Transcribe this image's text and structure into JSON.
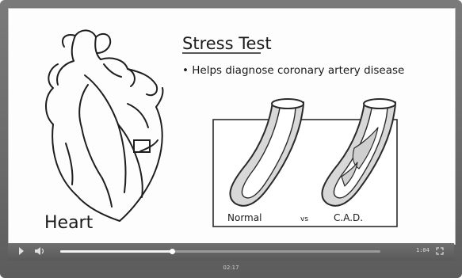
{
  "slide": {
    "title": "Stress Test",
    "bullet": "• Helps diagnose coronary artery disease",
    "heart_label": "Heart",
    "artery_label_normal": "Normal",
    "artery_label_vs": "vs",
    "artery_label_cad": "C.A.D."
  },
  "player": {
    "progress": 0.35,
    "time": "1:04",
    "bottom_label": "02:17",
    "play_icon": "play-icon",
    "volume_icon": "volume-icon",
    "fullscreen_icon": "fullscreen-icon"
  }
}
